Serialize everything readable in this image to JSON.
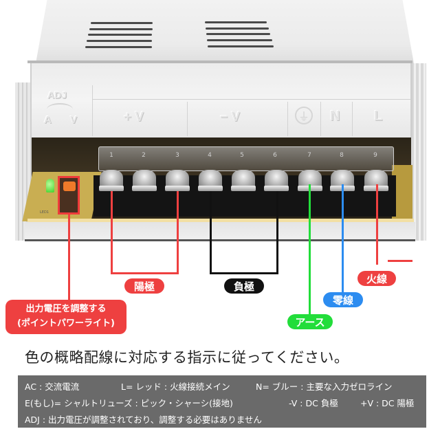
{
  "device": {
    "panel_labels": {
      "adj": "ADJ",
      "adj_a": "A",
      "adj_v": "V",
      "plus_v": "+ V",
      "minus_v": "− V",
      "ground_symbol": "⏚",
      "n": "N",
      "l": "L"
    },
    "terminal_numbers": [
      "1",
      "2",
      "3",
      "4",
      "5",
      "6",
      "7",
      "8",
      "9"
    ],
    "pcb_marking": "LED1"
  },
  "callouts": {
    "positive": {
      "label": "陽極",
      "color": "#ee4040"
    },
    "negative": {
      "label": "負極",
      "color": "#111111"
    },
    "earth": {
      "label": "アース",
      "color": "#22dd3a"
    },
    "neutral": {
      "label": "零線",
      "color": "#2c8cf0"
    },
    "live": {
      "label": "火線",
      "color": "#ee4040"
    },
    "adjust": {
      "line1": "出力電圧を調整する",
      "line2": "(ポイントパワーライト)",
      "color": "#ee4040"
    }
  },
  "instruction": "色の概略配線に対応する指示に従ってください。",
  "legend": {
    "row1": [
      "AC : 交流電流",
      "L= レッド : 火線接続メイン",
      "N= ブルー : 主要な入力ゼロライン"
    ],
    "row2": [
      "E(もし)= シャルトリューズ : ピック・シャーシ(接地)",
      "-V : DC 負極",
      "+V : DC 陽極"
    ],
    "row3": [
      "ADJ : 出力電圧が調整されており、調整する必要はありません"
    ]
  }
}
